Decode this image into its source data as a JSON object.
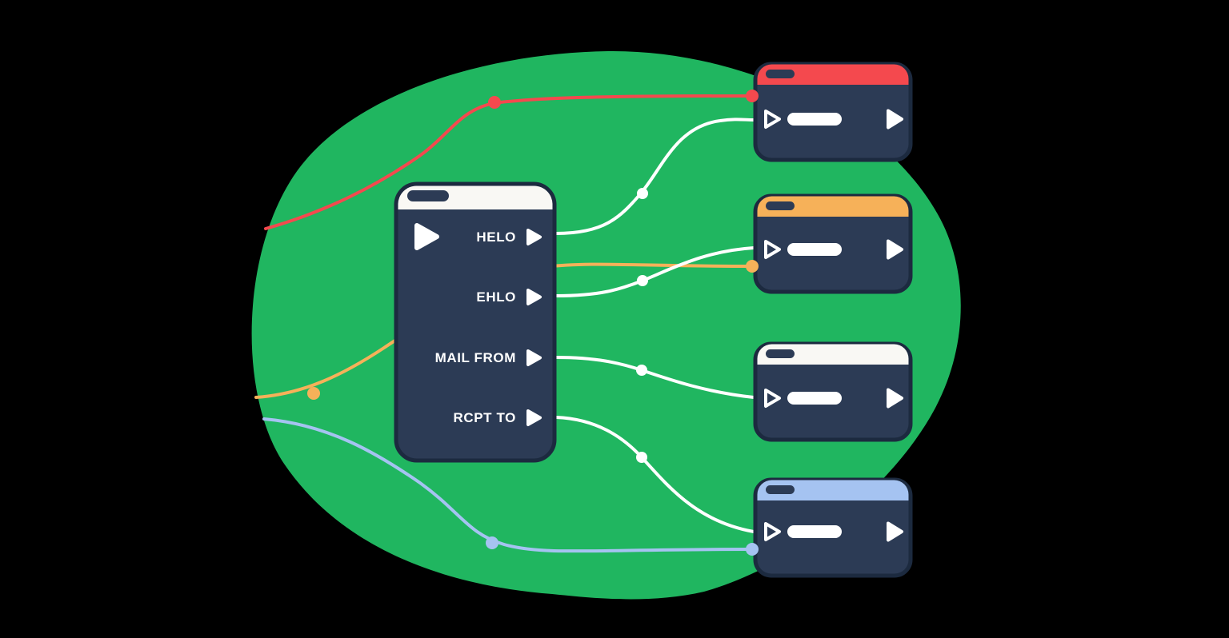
{
  "colors": {
    "background": "#000000",
    "blob_green": "#20B660",
    "window_navy": "#2C3B55",
    "window_outline": "#1C2A3F",
    "red": "#F4494E",
    "amber": "#F6B159",
    "blue": "#A5C3F1",
    "white": "#FFFFFF",
    "offwhite": "#F9F8F4"
  },
  "panel": {
    "commands": [
      {
        "label": "HELO"
      },
      {
        "label": "EHLO"
      },
      {
        "label": "MAIL FROM"
      },
      {
        "label": "RCPT TO"
      }
    ]
  },
  "cards": [
    {
      "id": "card-red",
      "header_color": "#F4494E"
    },
    {
      "id": "card-amber",
      "header_color": "#F6B159"
    },
    {
      "id": "card-white",
      "header_color": "#F9F8F4"
    },
    {
      "id": "card-blue",
      "header_color": "#A5C3F1"
    }
  ],
  "connections": [
    {
      "from": "left-edge",
      "to": "card-red",
      "color": "#F4494E"
    },
    {
      "from": "left-edge",
      "to": "card-amber",
      "color": "#F6B159"
    },
    {
      "from": "left-edge",
      "to": "card-blue",
      "color": "#A5C3F1"
    },
    {
      "from": "HELO",
      "to": "card-red",
      "color": "#FFFFFF"
    },
    {
      "from": "EHLO",
      "to": "card-amber",
      "color": "#FFFFFF"
    },
    {
      "from": "MAIL FROM",
      "to": "card-white",
      "color": "#FFFFFF"
    },
    {
      "from": "RCPT TO",
      "to": "card-blue",
      "color": "#FFFFFF"
    }
  ]
}
